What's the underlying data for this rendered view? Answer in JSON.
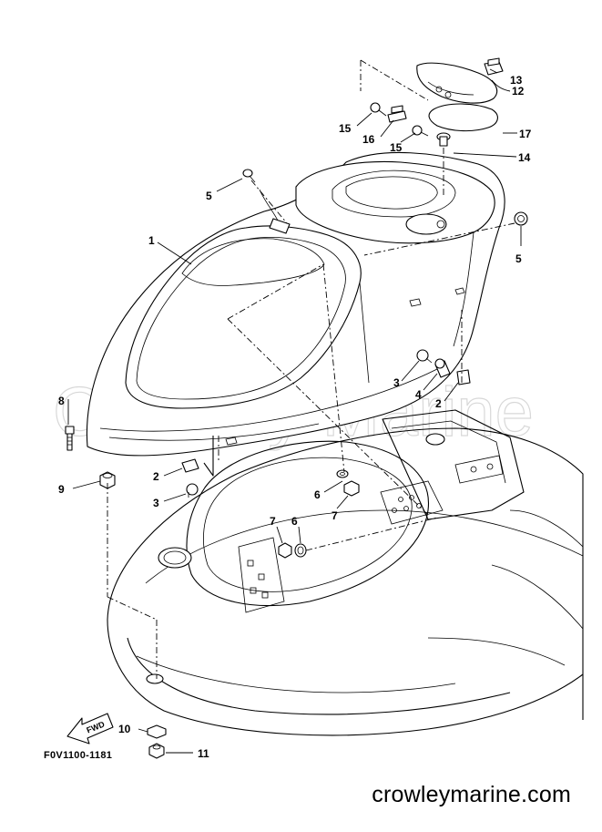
{
  "watermark": "Crowley Marine",
  "drawing_id": "F0V1100-1181",
  "site": "crowleymarine.com",
  "fwd_label": "FWD",
  "callouts": {
    "c1": "1",
    "c2a": "2",
    "c2b": "2",
    "c3a": "3",
    "c3b": "3",
    "c4": "4",
    "c5a": "5",
    "c5b": "5",
    "c6a": "6",
    "c6b": "6",
    "c7a": "7",
    "c7b": "7",
    "c8": "8",
    "c9": "9",
    "c10": "10",
    "c11": "11",
    "c12": "12",
    "c13": "13",
    "c14": "14",
    "c15a": "15",
    "c15b": "15",
    "c16": "16",
    "c17": "17"
  }
}
